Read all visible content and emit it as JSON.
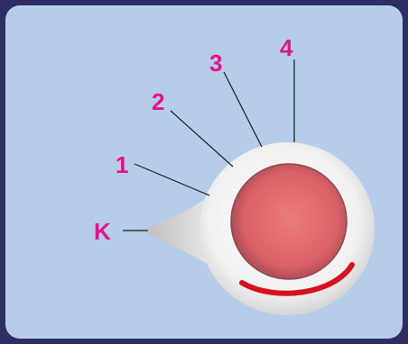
{
  "labels": {
    "k": "K",
    "one": "1",
    "two": "2",
    "three": "3",
    "four": "4"
  },
  "colors": {
    "frame": "#2c2e63",
    "panel": "#b6cdea",
    "label": "#e4128c",
    "leader_line": "#1a1a1a",
    "cell_body": "#f2f2f2",
    "nucleus": "#de6a70",
    "crescent": "#d8101e"
  }
}
